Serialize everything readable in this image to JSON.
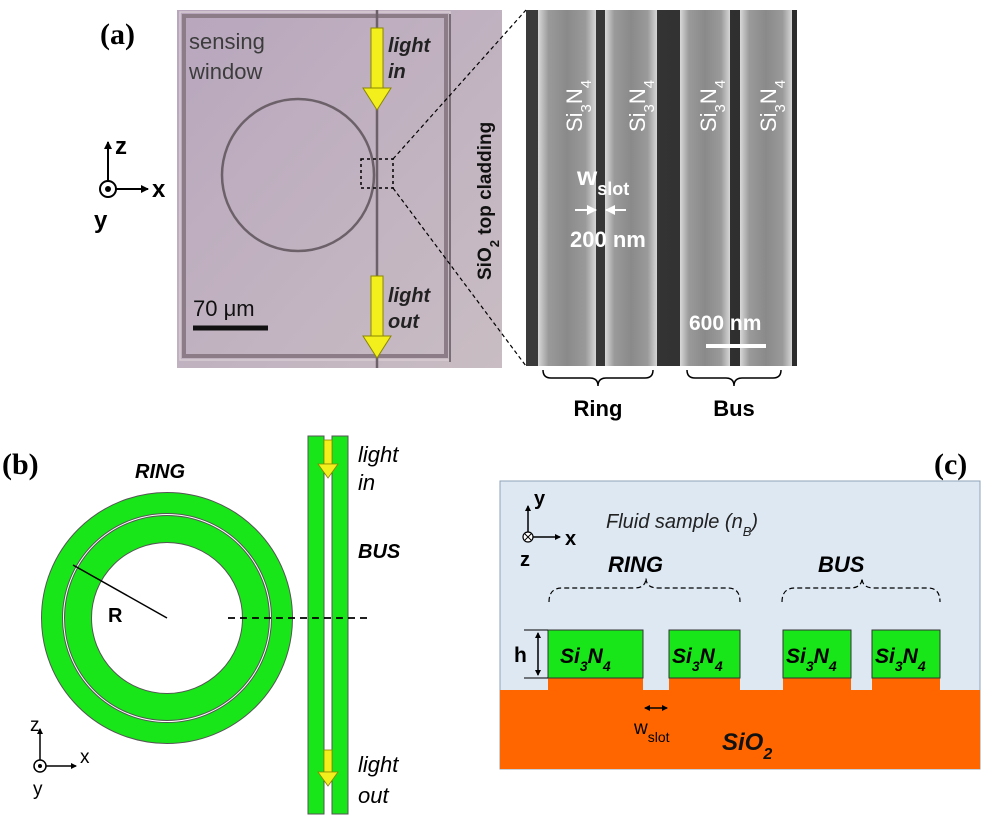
{
  "panel_a": {
    "label": "(a)",
    "sensing_line1": "sensing",
    "sensing_line2": "window",
    "light_in_line1": "light",
    "light_in_line2": "in",
    "light_out_line1": "light",
    "light_out_line2": "out",
    "cladding_base": "SiO",
    "cladding_sub": "2",
    "cladding_rest": " top cladding",
    "scale_bar": "70 μm",
    "axis_z": "z",
    "axis_x": "x",
    "axis_y": "y",
    "sem": {
      "waveguide_base": "Si",
      "waveguide_sub1": "3",
      "waveguide_mid": "N",
      "waveguide_sub2": "4",
      "wslot_base": "w",
      "wslot_sub": "slot",
      "gap": "200 nm",
      "scale_bar": "600 nm",
      "ring_label": "Ring",
      "bus_label": "Bus"
    }
  },
  "panel_b": {
    "label": "(b)",
    "ring": "RING",
    "bus": "BUS",
    "radius": "R",
    "light_in_line1": "light",
    "light_in_line2": "in",
    "light_out_line1": "light",
    "light_out_line2": "out",
    "axis_z": "z",
    "axis_x": "x",
    "axis_y": "y"
  },
  "panel_c": {
    "label": "(c)",
    "fluid_text": "Fluid sample (n",
    "fluid_sub": "B",
    "fluid_close": ")",
    "ring": "RING",
    "bus": "BUS",
    "h": "h",
    "wg_base": "Si",
    "wg_sub1": "3",
    "wg_mid": "N",
    "wg_sub2": "4",
    "wslot_base": "w",
    "wslot_sub": "slot",
    "substrate_base": "SiO",
    "substrate_sub": "2",
    "axis_y": "y",
    "axis_x": "x",
    "axis_z": "z"
  },
  "colors": {
    "waveguide_green": "#19e619",
    "substrate_orange": "#ff6600",
    "fluid_blue": "#dde8f3",
    "arrow_yellow": "#f2ef1c"
  }
}
